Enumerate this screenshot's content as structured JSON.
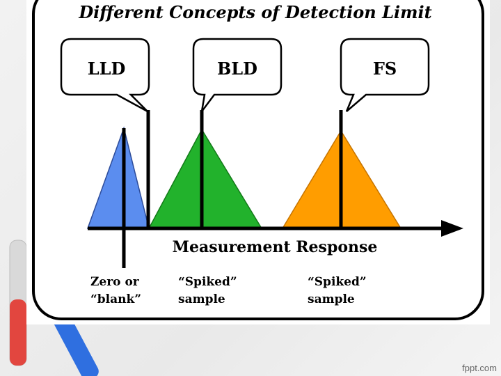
{
  "title": "Different Concepts of Detection Limit",
  "callouts": [
    {
      "label": "LLD"
    },
    {
      "label": "BLD"
    },
    {
      "label": "FS"
    }
  ],
  "axis_label": "Measurement Response",
  "sample_labels": [
    {
      "line1": "Zero or",
      "line2": "“blank”"
    },
    {
      "line1": "“Spiked”",
      "line2": "sample"
    },
    {
      "line1": "“Spiked”",
      "line2": "sample"
    }
  ],
  "footer": "fppt.com",
  "colors": {
    "blank_peak": "#5b8def",
    "bld_peak": "#22b22c",
    "fs_peak": "#ff9d00",
    "outline": "#000000"
  }
}
